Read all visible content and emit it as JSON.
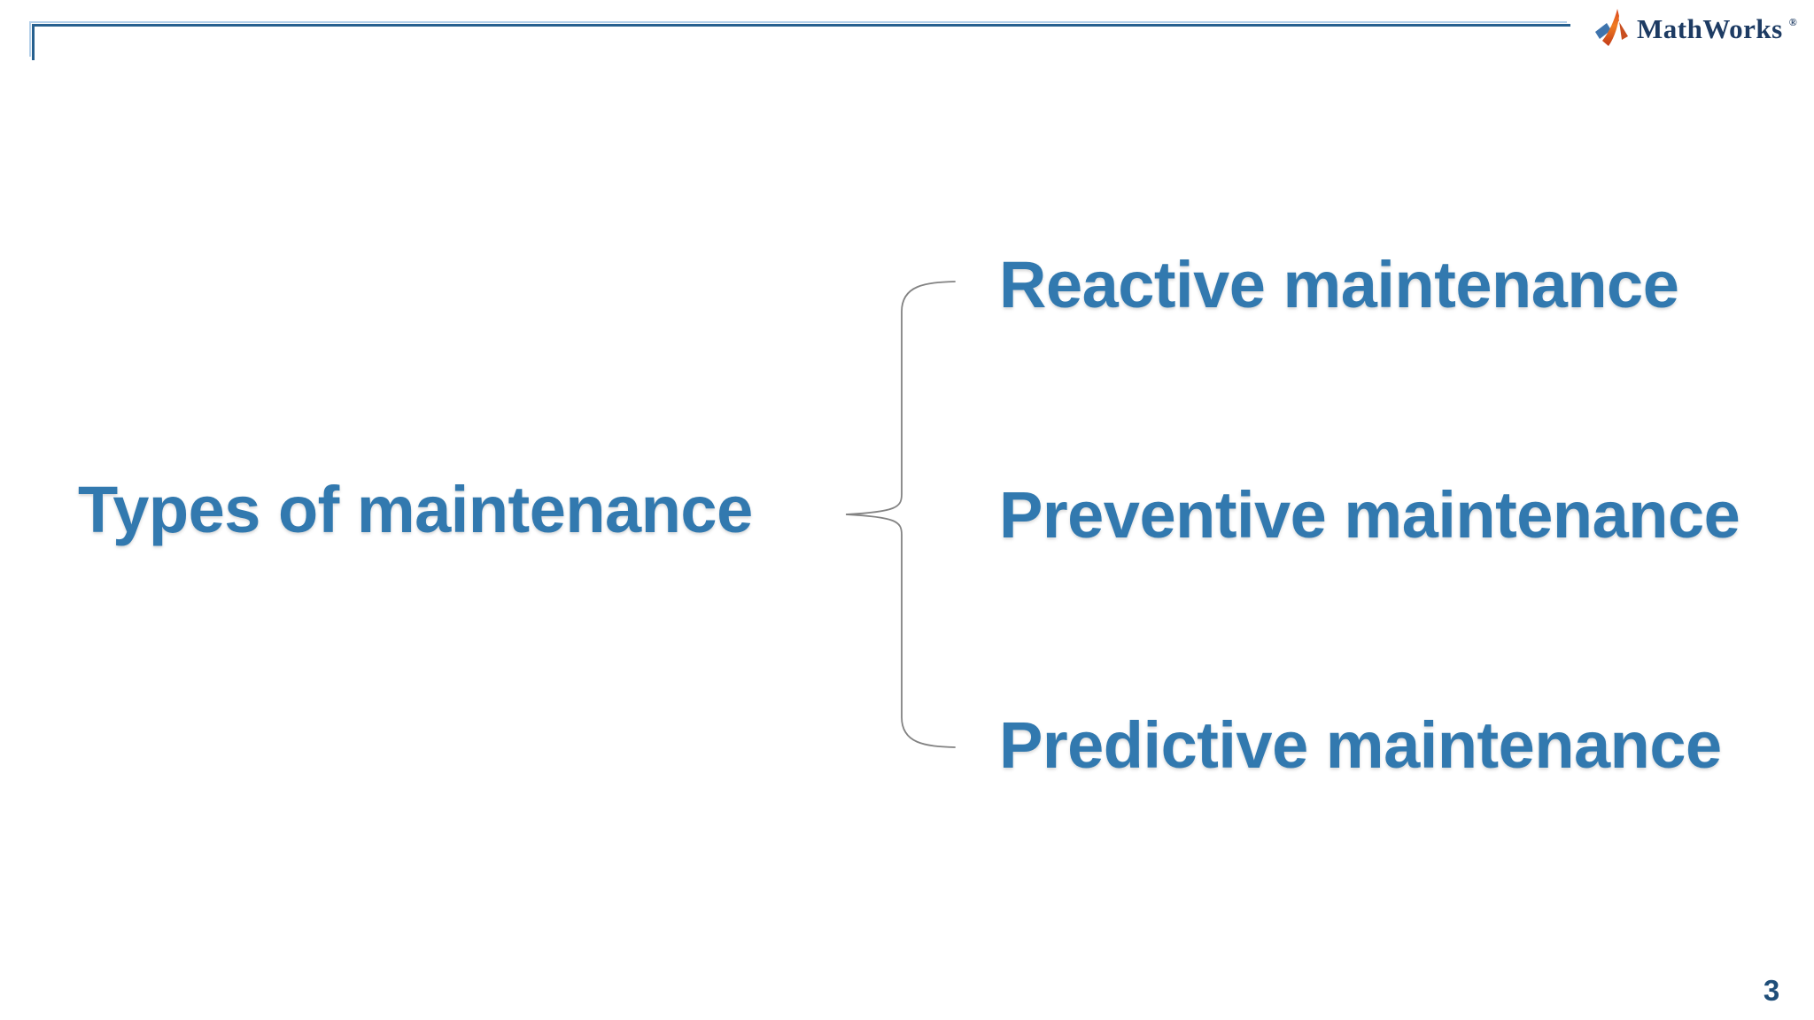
{
  "slide": {
    "title": "Types of maintenance",
    "maintenance_types": [
      "Reactive maintenance",
      "Preventive maintenance",
      "Predictive maintenance"
    ],
    "page_number": "3"
  },
  "branding": {
    "wordmark": "MathWorks",
    "registered_mark": "®",
    "logo_icon": "mathworks-membrane-icon"
  },
  "diagram": {
    "type": "grouping-brace",
    "parent": "Types of maintenance",
    "children": [
      "Reactive maintenance",
      "Preventive maintenance",
      "Predictive maintenance"
    ]
  },
  "colors": {
    "heading_blue": "#3279AF",
    "wordmark_navy": "#1D3B63",
    "top_rule_dark": "#26608F",
    "top_rule_light": "#B3D0EA",
    "brace_gray": "#828282",
    "page_number_blue": "#1F4E79",
    "background": "#FFFFFF"
  }
}
